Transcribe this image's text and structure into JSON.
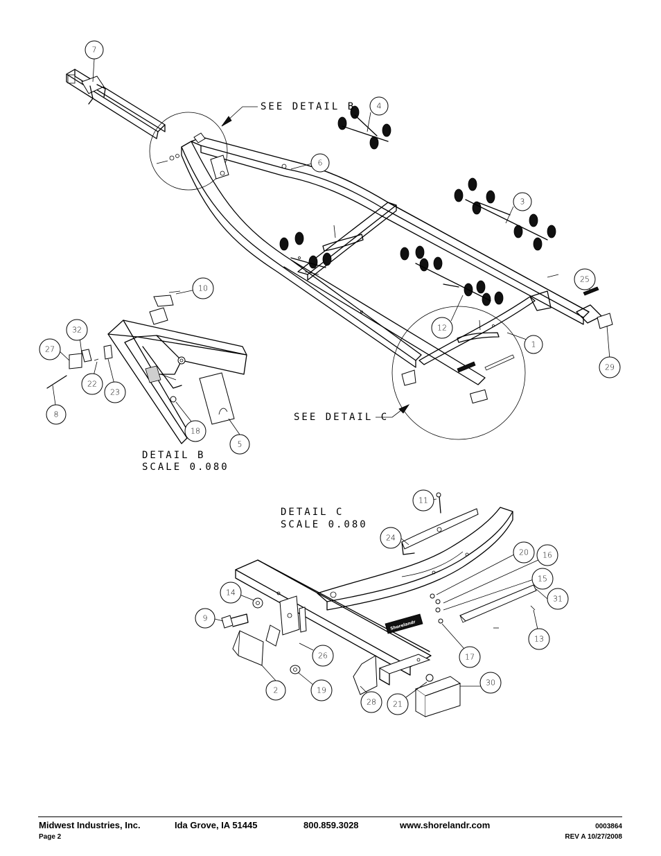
{
  "balloons": [
    {
      "label": "7"
    },
    {
      "label": "4"
    },
    {
      "label": "6"
    },
    {
      "label": "3"
    },
    {
      "label": "25"
    },
    {
      "label": "10"
    },
    {
      "label": "12"
    },
    {
      "label": "1"
    },
    {
      "label": "29"
    },
    {
      "label": "32"
    },
    {
      "label": "27"
    },
    {
      "label": "22"
    },
    {
      "label": "23"
    },
    {
      "label": "8"
    },
    {
      "label": "18"
    },
    {
      "label": "5"
    },
    {
      "label": "11"
    },
    {
      "label": "24"
    },
    {
      "label": "20"
    },
    {
      "label": "16"
    },
    {
      "label": "15"
    },
    {
      "label": "31"
    },
    {
      "label": "14"
    },
    {
      "label": "9"
    },
    {
      "label": "13"
    },
    {
      "label": "17"
    },
    {
      "label": "26"
    },
    {
      "label": "2"
    },
    {
      "label": "19"
    },
    {
      "label": "30"
    },
    {
      "label": "28"
    },
    {
      "label": "21"
    }
  ],
  "notes": {
    "see_detail_b": "SEE DETAIL B",
    "see_detail_c": "SEE DETAIL C",
    "detail_b_title": "DETAIL B",
    "detail_b_scale": "SCALE 0.080",
    "detail_c_title": "DETAIL C",
    "detail_c_scale": "SCALE 0.080",
    "brand_mark": "Shorelandr"
  },
  "footer": {
    "company": "Midwest Industries, Inc.",
    "city": "Ida Grove, IA  51445",
    "phone": "800.859.3028",
    "website": "www.shorelandr.com",
    "doc_number": "0003864",
    "page": "Page 2",
    "revision": "REV A  10/27/2008"
  }
}
